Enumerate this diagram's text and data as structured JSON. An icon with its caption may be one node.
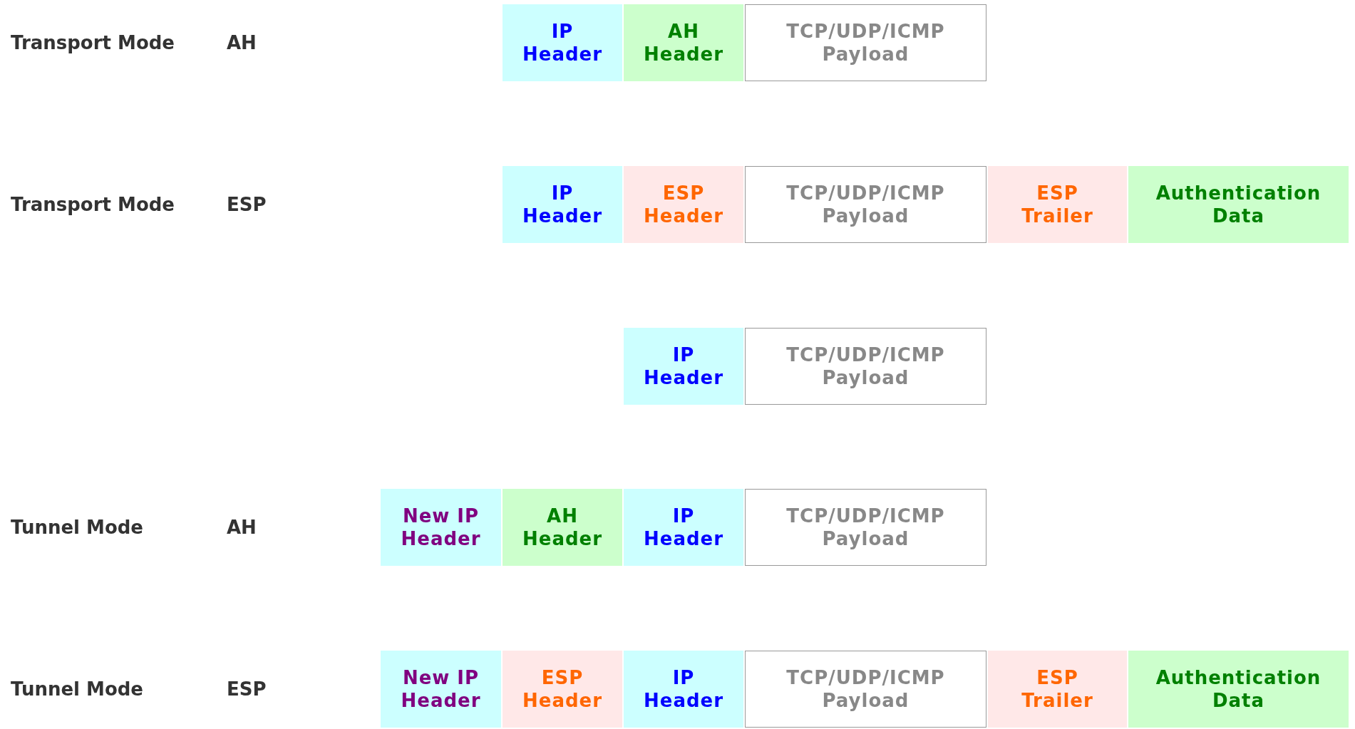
{
  "diagram": {
    "nodes": [
      {
        "text": [
          "IP Header"
        ]
      },
      {
        "text": [
          "AH Header"
        ]
      },
      {
        "text": [
          "TCP/UDP/ICMP Payload"
        ]
      },
      {
        "text": [
          "IP Header"
        ]
      },
      {
        "text": [
          "ESP Header"
        ]
      },
      {
        "text": [
          "TCP/UDP/ICMP Payload"
        ]
      },
      {
        "text": [
          "ESP Trailer"
        ]
      },
      {
        "text": [
          "Authentication Data"
        ]
      },
      {
        "text": [
          "IP Header"
        ]
      },
      {
        "text": [
          "TCP/UDP/ICMP Payload"
        ]
      },
      {
        "text": [
          "New IP Header"
        ]
      },
      {
        "text": [
          "AH Header"
        ]
      },
      {
        "text": [
          "IP Header"
        ]
      },
      {
        "text": [
          "TCP/UDP/ICMP Payload"
        ]
      },
      {
        "text": [
          "New IP Header"
        ]
      },
      {
        "text": [
          "ESP Header"
        ]
      },
      {
        "text": [
          "IP Header"
        ]
      },
      {
        "text": [
          "TCP/UDP/ICMP Payload"
        ]
      },
      {
        "text": [
          "ESP Trailer"
        ]
      },
      {
        "text": [
          "Authentication Data"
        ]
      }
    ],
    "labels": [
      "Transport Mode",
      "AH",
      "Transport Mode",
      "ESP",
      "Tunnel Mode",
      "AH",
      "Tunnel Mode",
      "ESP"
    ]
  }
}
